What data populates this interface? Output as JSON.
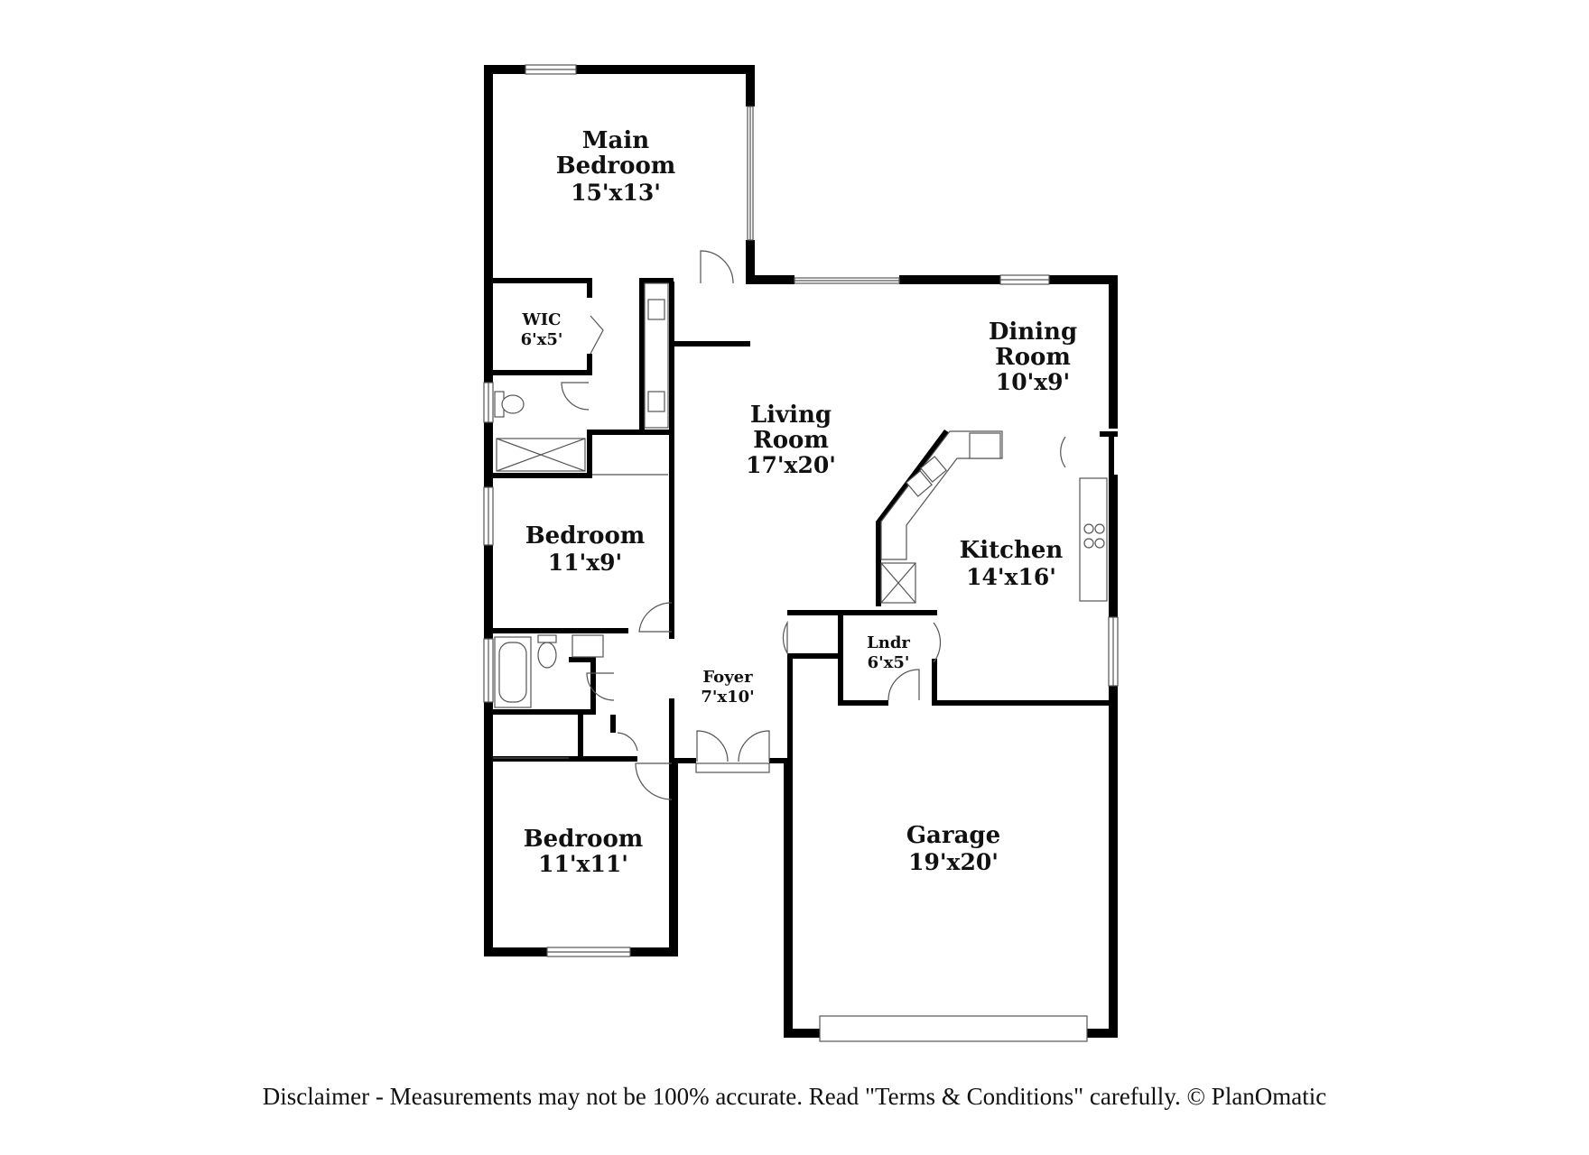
{
  "rooms": {
    "main_bedroom": {
      "name_line1": "Main",
      "name_line2": "Bedroom",
      "dims": "15'x13'"
    },
    "wic": {
      "name": "WIC",
      "dims": "6'x5'"
    },
    "living_room": {
      "name_line1": "Living",
      "name_line2": "Room",
      "dims": "17'x20'"
    },
    "dining_room": {
      "name_line1": "Dining",
      "name_line2": "Room",
      "dims": "10'x9'"
    },
    "bedroom_2": {
      "name": "Bedroom",
      "dims": "11'x9'"
    },
    "kitchen": {
      "name": "Kitchen",
      "dims": "14'x16'"
    },
    "laundry": {
      "name": "Lndr",
      "dims": "6'x5'"
    },
    "foyer": {
      "name": "Foyer",
      "dims": "7'x10'"
    },
    "bedroom_3": {
      "name": "Bedroom",
      "dims": "11'x11'"
    },
    "garage": {
      "name": "Garage",
      "dims": "19'x20'"
    }
  },
  "footer": {
    "disclaimer": "Disclaimer - Measurements may not be 100% accurate. Read \"Terms & Conditions\" carefully. © PlanOmatic"
  },
  "colors": {
    "wall": "#000000",
    "fixture_line": "#555555",
    "background": "#ffffff"
  }
}
